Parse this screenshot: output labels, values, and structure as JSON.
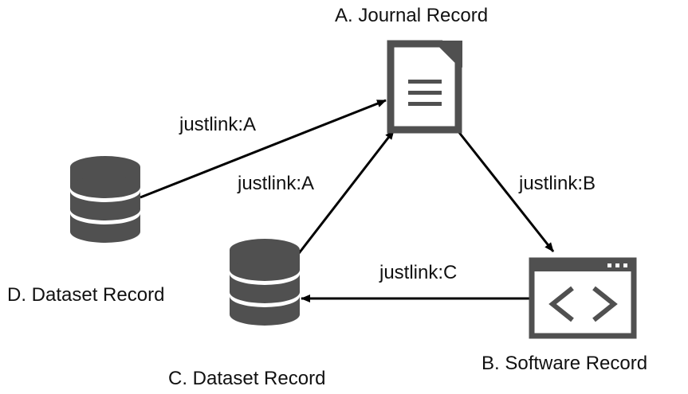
{
  "colors": {
    "icon_fill": "#505050",
    "line": "#000000",
    "text": "#111111",
    "background": "#ffffff"
  },
  "nodes": {
    "journal": {
      "label": "A. Journal Record",
      "icon": "document-icon"
    },
    "software": {
      "label": "B. Software Record",
      "icon": "code-window-icon"
    },
    "dataset_c": {
      "label": "C. Dataset Record",
      "icon": "database-icon"
    },
    "dataset_d": {
      "label": "D. Dataset Record",
      "icon": "database-icon"
    }
  },
  "edges": {
    "d_to_a": {
      "label": "justlink:A",
      "from": "D. Dataset Record",
      "to": "A. Journal Record"
    },
    "c_to_a": {
      "label": "justlink:A",
      "from": "C. Dataset Record",
      "to": "A. Journal Record"
    },
    "a_to_b": {
      "label": "justlink:B",
      "from": "A. Journal Record",
      "to": "B. Software Record"
    },
    "b_to_c": {
      "label": "justlink:C",
      "from": "B. Software Record",
      "to": "C. Dataset Record"
    }
  }
}
